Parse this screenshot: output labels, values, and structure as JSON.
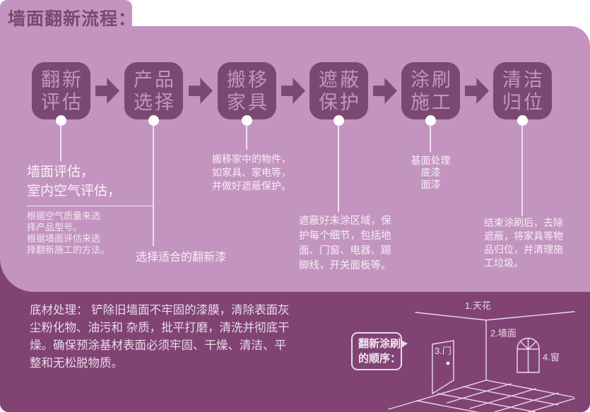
{
  "title": "墙面翻新流程：",
  "colors": {
    "body_purple": "#c494c0",
    "deep_purple": "#7b4872",
    "bottom_purple": "#814374",
    "text_light": "#f6eef5"
  },
  "flow": {
    "steps": [
      {
        "line1": "翻新",
        "line2": "评估"
      },
      {
        "line1": "产品",
        "line2": "选择"
      },
      {
        "line1": "搬移",
        "line2": "家具"
      },
      {
        "line1": "遮蔽",
        "line2": "保护"
      },
      {
        "line1": "涂刷",
        "line2": "施工"
      },
      {
        "line1": "清洁",
        "line2": "归位"
      }
    ]
  },
  "annotations": {
    "step1": {
      "headline_lines": [
        "墙面评估，",
        "室内空气评估，"
      ],
      "detail_lines": [
        "根据空气质量来选",
        "择产品型号。",
        "根据墙面评估来选",
        "择翻新施工的方法。"
      ]
    },
    "step2": {
      "text": "选择适合的翻新漆"
    },
    "step3": {
      "lines": [
        "搬移家中的物件，",
        "如家具、家电等，",
        "并做好遮蔽保护。"
      ]
    },
    "step4": {
      "lines": [
        "遮蔽好未涂区域，保",
        "护每个细节，包括地",
        "面、门窗、电器、踢",
        "脚线，开关面板等。"
      ]
    },
    "step5": {
      "lines": [
        "基面处理",
        "底漆",
        "面漆"
      ]
    },
    "step6": {
      "lines": [
        "结束涂刷后，去除",
        "遮蔽，将家具等物",
        "品归位，并清理施",
        "工垃圾。"
      ]
    }
  },
  "bottom": {
    "note_lines": [
      "底材处理： 铲除旧墙面不牢固的漆膜，清除表面灰",
      "尘粉化物、油污和 杂质，批平打磨，清洗并彻底干",
      "燥。确保预涂基材表面必须牢固、干燥、清洁、平",
      "整和无松脱物质。"
    ],
    "bubble_lines": [
      "翻新涂刷",
      "的顺序："
    ],
    "room_labels": {
      "ceiling": "1.天花",
      "wall": "2.墙面",
      "door": "3.门",
      "window": "4.窗"
    }
  }
}
